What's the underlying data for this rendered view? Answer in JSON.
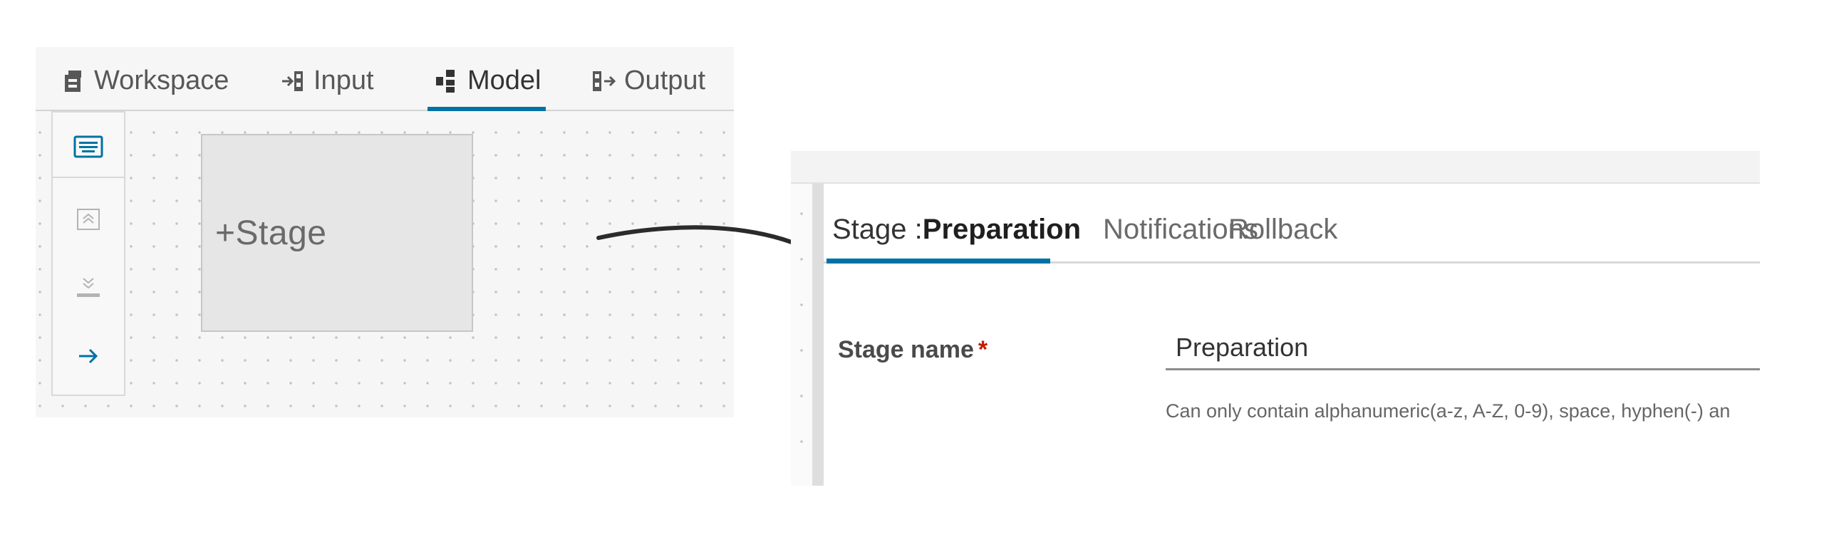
{
  "left_panel": {
    "tabs": [
      {
        "label": "Workspace",
        "icon": "workspace-icon",
        "active": false
      },
      {
        "label": "Input",
        "icon": "input-icon",
        "active": false
      },
      {
        "label": "Model",
        "icon": "model-icon",
        "active": true
      },
      {
        "label": "Output",
        "icon": "output-icon",
        "active": false
      }
    ],
    "toolbar": [
      {
        "icon": "keyboard-icon",
        "color": "#0072a3"
      },
      {
        "icon": "collapse-up-icon",
        "color": "#b3b3b3"
      },
      {
        "icon": "expand-down-icon",
        "color": "#b3b3b3"
      },
      {
        "icon": "arrow-right-icon",
        "color": "#0072a3"
      }
    ],
    "add_stage_label": "+Stage"
  },
  "right_panel": {
    "tabs": {
      "stage_prefix": "Stage :",
      "stage_value": "Preparation",
      "notifications": "Notifications",
      "rollback": "Rollback"
    },
    "form": {
      "stage_name_label": "Stage name",
      "required_mark": "*",
      "stage_name_value": "Preparation",
      "stage_name_helper": "Can only contain alphanumeric(a-z, A-Z, 0-9), space, hyphen(-) an"
    }
  },
  "colors": {
    "accent": "#0072a3",
    "required": "#c21d00",
    "arrow": "#2b2b2b"
  }
}
